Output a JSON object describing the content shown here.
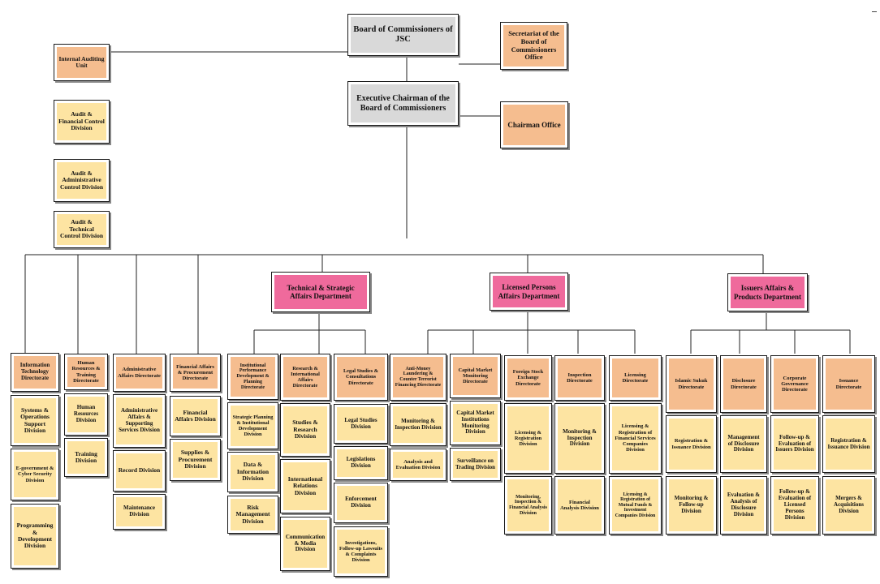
{
  "board": "Board of Commissioners of JSC",
  "secretariat": "Secretariat of the Board of Commissioners Office",
  "executive": "Executive Chairman of the Board of Commissioners",
  "chairman_office": "Chairman Office",
  "internal_audit": "Internal Auditing Unit",
  "audit_financial": "Audit & Financial Control Division",
  "audit_admin": "Audit & Administrative Control Division",
  "audit_technical": "Audit & Technical Control Division",
  "it_directorate": "Information Technology Directorate",
  "systems_ops": "Systems & Operations Support Division",
  "egov": "E-government & Cyber Security Division",
  "programming": "Programming & Development Division",
  "hr_directorate": "Human Resources & Training Directorate",
  "hr_division": "Human Resources Division",
  "training": "Training Division",
  "admin_directorate": "Administrative Affairs Directorate",
  "admin_support": "Administrative Affairs & Supporting Services Division",
  "record": "Record Division",
  "maintenance": "Maintenance Division",
  "fin_directorate": "Financial Affairs & Procurement Directorate",
  "fin_affairs": "Financial Affairs Division",
  "supplies": "Supplies & Procurement Division",
  "tech_dept": "Technical & Strategic Affairs Department",
  "inst_perf": "Institutional Performance Development & Planning Directorate",
  "strategic_planning": "Strategic Planning & Institutional Development Division",
  "data_info": "Data & Information Division",
  "risk": "Risk Management Division",
  "research_dir": "Research & International Affairs Directorate",
  "studies": "Studies & Research Division",
  "intl_rel": "International Relations Division",
  "comm_media": "Communication & Media Division",
  "legal_dir": "Legal Studies & Consultations Directorate",
  "legal_studies": "Legal Studies Division",
  "legislations": "Legislations Division",
  "enforcement": "Enforcement Division",
  "investigations": "Investigations, Follow-up Lawsuits & Complaints Division",
  "licensed_dept": "Licensed Persons Affairs Department",
  "aml": "Anti-Money Laundering & Counter Terrorist Financing Directorate",
  "aml_monitoring": "Monitoring & Inspection Division",
  "aml_analysis": "Analysis and Evaluation Division",
  "cm_monitoring": "Capital Market Monitoring Directorate",
  "cm_institutions": "Capital Market Institutions Monitoring Division",
  "surveillance": "Surveillance on Trading Division",
  "fx": "Foreign Stock Exchange Directorate",
  "fx_licensing": "Licensing & Registration Division",
  "fx_monitoring": "Monitoring, Inspection & Financial Analysis Division",
  "inspection_dir": "Inspection Directorate",
  "insp_monitoring": "Monitoring & Inspection Division",
  "fin_analysis": "Financial Analysis Division",
  "licensing_dir": "Licensing Directorate",
  "lic_financial": "Licensing & Registration of Financial Services Companies Division",
  "lic_mutual": "Licensing & Registration of Mutual Funds & Investment Companies Division",
  "issuers_dept": "Issuers Affairs & Products Department",
  "sukuk": "Islamic Sukuk Directorate",
  "sukuk_reg": "Registration & Issuance Division",
  "sukuk_mon": "Monitoring & Follow-up Division",
  "disclosure": "Disclosure Directorate",
  "disc_mgmt": "Management of Disclosure Division",
  "disc_eval": "Evaluation & Analysis of Disclosure Division",
  "governance": "Corporate Governance Directorate",
  "gov_issuers": "Follow-up & Evaluation of Issuers Division",
  "gov_licensed": "Follow-up & Evaluation of Licensed Persons Division",
  "issuance": "Issuance Directorate",
  "iss_reg": "Registration & Issuance Division",
  "mergers": "Mergers & Acquisitions Division"
}
